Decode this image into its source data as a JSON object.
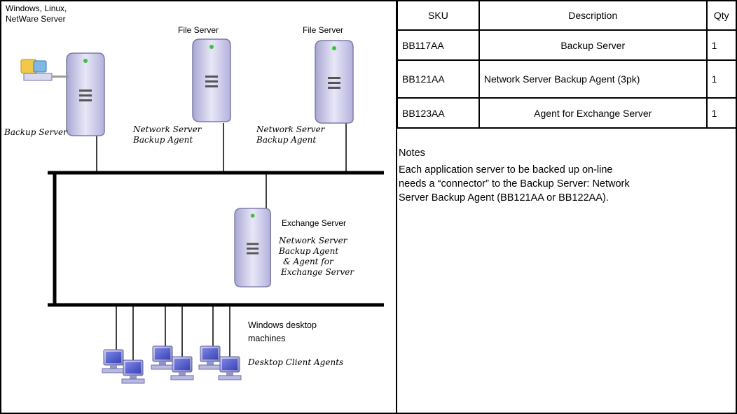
{
  "diagram": {
    "labels": {
      "backup_host": [
        "Windows, Linux,",
        "NetWare Server"
      ],
      "file_server_1": "File Server",
      "file_server_2": "File Server",
      "backup_server": "Backup Server",
      "agent_1": [
        "Network Server",
        "Backup Agent"
      ],
      "agent_2": [
        "Network Server",
        "Backup Agent"
      ],
      "exchange_server": "Exchange Server",
      "exchange_agents": [
        "Network Server",
        "Backup Agent",
        "& Agent for",
        "Exchange Server"
      ],
      "desktops": [
        "Windows desktop",
        "machines"
      ],
      "desktop_agents": "Desktop Client Agents"
    },
    "colors": {
      "server_body": "#c9c8e6",
      "server_dark": "#8f8db8",
      "line": "#000000",
      "monitor": "#a5a6d8",
      "screen": "#4d58c9"
    }
  },
  "table": {
    "headers": [
      "SKU",
      "Description",
      "Qty"
    ],
    "rows": [
      {
        "sku": "BB117AA",
        "description": "Backup Server",
        "qty": "1"
      },
      {
        "sku": "BB121AA",
        "description": "Network Server Backup Agent (3pk)",
        "qty": "1"
      },
      {
        "sku": "BB123AA",
        "description": "Agent for Exchange Server",
        "qty": "1"
      }
    ]
  },
  "notes": {
    "title": "Notes",
    "lines": [
      "Each application server to be backed up on-line",
      "needs a “connector” to the Backup Server: Network",
      "Server Backup Agent (BB121AA or BB122AA)."
    ]
  }
}
